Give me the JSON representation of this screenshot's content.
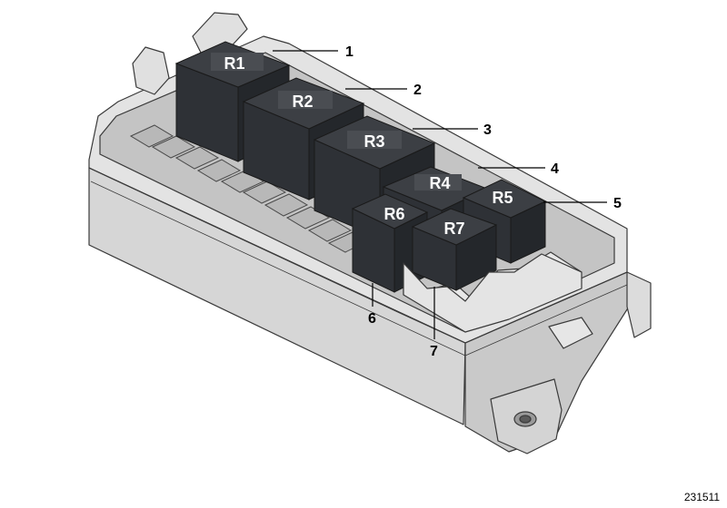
{
  "diagram": {
    "relays": [
      {
        "label": "R1"
      },
      {
        "label": "R2"
      },
      {
        "label": "R3"
      },
      {
        "label": "R4"
      },
      {
        "label": "R5"
      },
      {
        "label": "R6"
      },
      {
        "label": "R7"
      }
    ],
    "callouts": [
      {
        "number": "1"
      },
      {
        "number": "2"
      },
      {
        "number": "3"
      },
      {
        "number": "4"
      },
      {
        "number": "5"
      },
      {
        "number": "6"
      },
      {
        "number": "7"
      }
    ],
    "diagram_id": "231511"
  },
  "colors": {
    "housing_fill": "#d9d9d9",
    "housing_dark": "#b5b5b5",
    "housing_light": "#ececec",
    "housing_stroke": "#3a3a3a",
    "relay_top": "#3c3f44",
    "relay_front": "#2e3136",
    "relay_side": "#24272b",
    "relay_label": "#ffffff",
    "callout": "#000000"
  }
}
